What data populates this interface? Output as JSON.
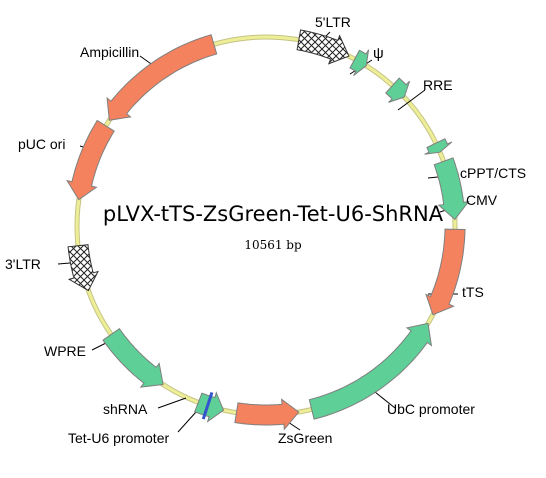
{
  "plasmid": {
    "name": "pLVX-tTS-ZsGreen-Tet-U6-ShRNA",
    "size_label": "10561 bp"
  },
  "colors": {
    "backbone": "#eeee99",
    "backbone_edge": "#c4c484",
    "orange": "#f4825e",
    "green": "#5ecf96",
    "hatched": "#ffffff",
    "shrna_mark": "#3355cc",
    "outline": "#7f7f7f",
    "leader": "#000000"
  },
  "features": [
    {
      "id": "ltr5",
      "label": "5'LTR",
      "style": "hatched",
      "icon": "hatched-arrow"
    },
    {
      "id": "psi",
      "label": "ψ",
      "style": "green",
      "icon": "arrow"
    },
    {
      "id": "rre",
      "label": "RRE",
      "style": "green",
      "icon": "arrow"
    },
    {
      "id": "cppt",
      "label": "cPPT/CTS",
      "style": "green",
      "icon": "arrow"
    },
    {
      "id": "cmv",
      "label": "CMV",
      "style": "green",
      "icon": "arrow"
    },
    {
      "id": "tts",
      "label": "tTS",
      "style": "orange",
      "icon": "arrow"
    },
    {
      "id": "ubc",
      "label": "UbC promoter",
      "style": "green",
      "icon": "arrow"
    },
    {
      "id": "zsgreen",
      "label": "ZsGreen",
      "style": "orange",
      "icon": "arrow"
    },
    {
      "id": "tetu6",
      "label": "Tet-U6 promoter",
      "style": "green",
      "icon": "arrow"
    },
    {
      "id": "shrna",
      "label": "shRNA",
      "style": "marker",
      "icon": "tick-mark"
    },
    {
      "id": "wpre",
      "label": "WPRE",
      "style": "green",
      "icon": "arrow"
    },
    {
      "id": "ltr3",
      "label": "3'LTR",
      "style": "hatched",
      "icon": "hatched-arrow"
    },
    {
      "id": "puc",
      "label": "pUC ori",
      "style": "orange",
      "icon": "arrow"
    },
    {
      "id": "amp",
      "label": "Ampicillin",
      "style": "orange",
      "icon": "arrow"
    }
  ]
}
